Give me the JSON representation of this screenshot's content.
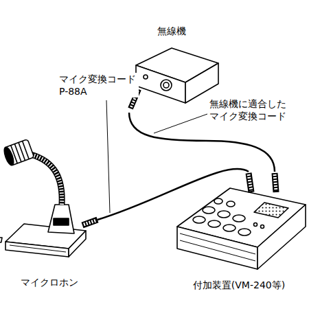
{
  "diagram": {
    "nodes": [
      {
        "text": [
          "無線機"
        ]
      },
      {
        "text": [
          "マイクロホン"
        ]
      },
      {
        "text": [
          "付加装置(VM-240等)"
        ]
      }
    ],
    "edges": [
      {
        "from": 1,
        "to": 2,
        "arrow": "none"
      },
      {
        "from": 0,
        "to": 2,
        "arrow": "none"
      }
    ],
    "labels": [
      "マイク変換コード P-88A",
      "無線機に適合した マイク変換コード"
    ]
  }
}
